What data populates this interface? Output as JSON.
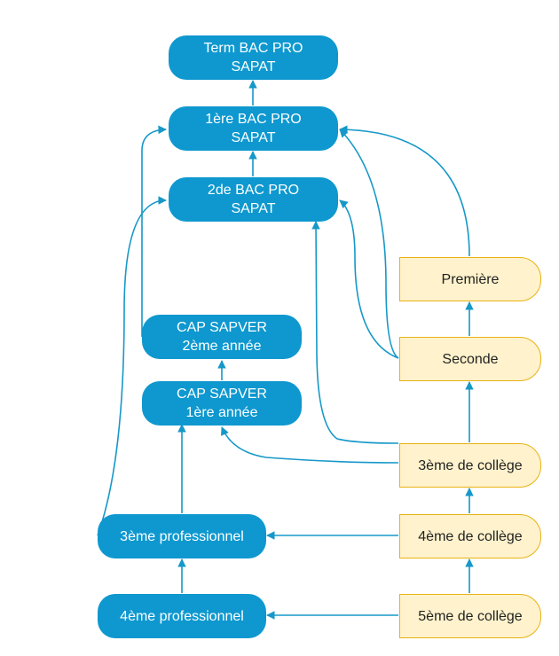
{
  "colors": {
    "blue": "#0e98cf",
    "line": "#1698c8",
    "yellow_fill": "#fff2cc",
    "yellow_border": "#e8b213"
  },
  "nodes": {
    "term": "Term BAC PRO\nSAPAT",
    "premiere_bac": "1ère BAC PRO\nSAPAT",
    "seconde_bac": "2de BAC PRO\nSAPAT",
    "cap2": "CAP SAPVER\n2ème année",
    "cap1": "CAP SAPVER\n1ère année",
    "troisieme_pro": "3ème professionnel",
    "quatrieme_pro": "4ème professionnel",
    "premiere": "Première",
    "seconde": "Seconde",
    "troisieme_college": "3ème de collège",
    "quatrieme_college": "4ème de collège",
    "cinquieme_college": "5ème de collège"
  }
}
